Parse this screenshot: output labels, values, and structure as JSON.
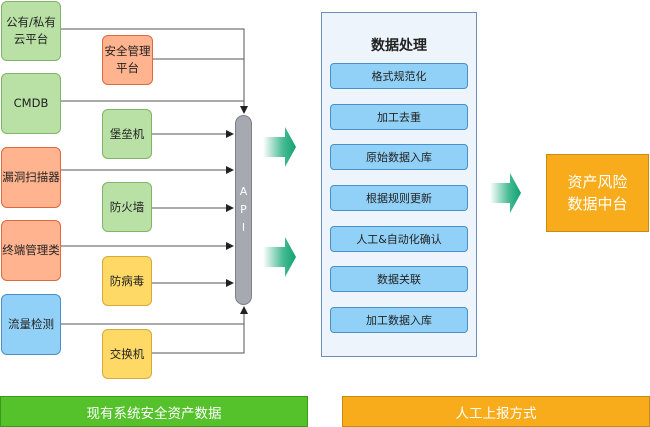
{
  "sources_outer": [
    {
      "id": "cloud",
      "label_lines": [
        "公有/私有",
        "云平台"
      ],
      "color": "green"
    },
    {
      "id": "cmdb",
      "label_lines": [
        "CMDB"
      ],
      "color": "green"
    },
    {
      "id": "vuln-scanner",
      "label_lines": [
        "漏洞扫描器"
      ],
      "color": "orange"
    },
    {
      "id": "endpoint-mgmt",
      "label_lines": [
        "终端管理类"
      ],
      "color": "orange"
    },
    {
      "id": "traffic-detect",
      "label_lines": [
        "流量检测"
      ],
      "color": "blue"
    }
  ],
  "sources_inner": [
    {
      "id": "sec-mgmt",
      "label_lines": [
        "安全管理",
        "平台"
      ],
      "color": "orange"
    },
    {
      "id": "bastion",
      "label_lines": [
        "堡垒机"
      ],
      "color": "green"
    },
    {
      "id": "firewall",
      "label_lines": [
        "防火墙"
      ],
      "color": "green"
    },
    {
      "id": "antivirus",
      "label_lines": [
        "防病毒"
      ],
      "color": "yellow"
    },
    {
      "id": "switch",
      "label_lines": [
        "交换机"
      ],
      "color": "yellow"
    }
  ],
  "api": {
    "letters": [
      "A",
      "P",
      "I"
    ]
  },
  "processing": {
    "title": "数据处理",
    "steps": [
      "格式规范化",
      "加工去重",
      "原始数据入库",
      "根据规则更新",
      "人工&自动化确认",
      "数据关联",
      "加工数据入库"
    ]
  },
  "hub": {
    "label_lines": [
      "资产风险",
      "数据中台"
    ]
  },
  "banners": {
    "existing": "现有系统安全资产数据",
    "manual": "人工上报方式"
  },
  "colors": {
    "green": "#b9e0a5",
    "orange": "#ffb38f",
    "yellow": "#ffd966",
    "blue": "#91d1f7",
    "api": "#a7a9b0",
    "hub": "#f9ac1b",
    "banner_green": "#55c22c",
    "arrow": "#1aaa7a"
  }
}
